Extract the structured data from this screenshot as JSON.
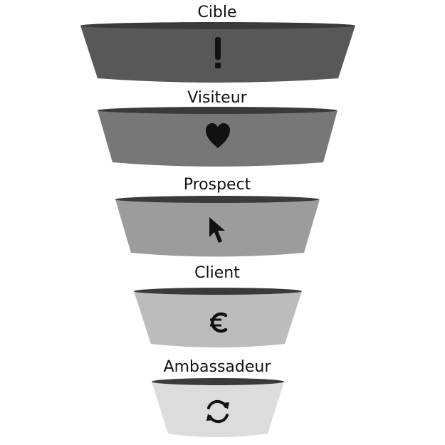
{
  "colors": {
    "rim": "#3a3a3a",
    "icon": "#111111",
    "text": "#111111"
  },
  "stages": [
    {
      "label": "Cible",
      "icon": "exclamation-icon",
      "color": "#585858"
    },
    {
      "label": "Visiteur",
      "icon": "heart-icon",
      "color": "#777777"
    },
    {
      "label": "Prospect",
      "icon": "cursor-icon",
      "color": "#9c9c9c"
    },
    {
      "label": "Client",
      "icon": "euro-icon",
      "color": "#bcbcbc"
    },
    {
      "label": "Ambassadeur",
      "icon": "refresh-icon",
      "color": "#dcdcdc"
    }
  ]
}
